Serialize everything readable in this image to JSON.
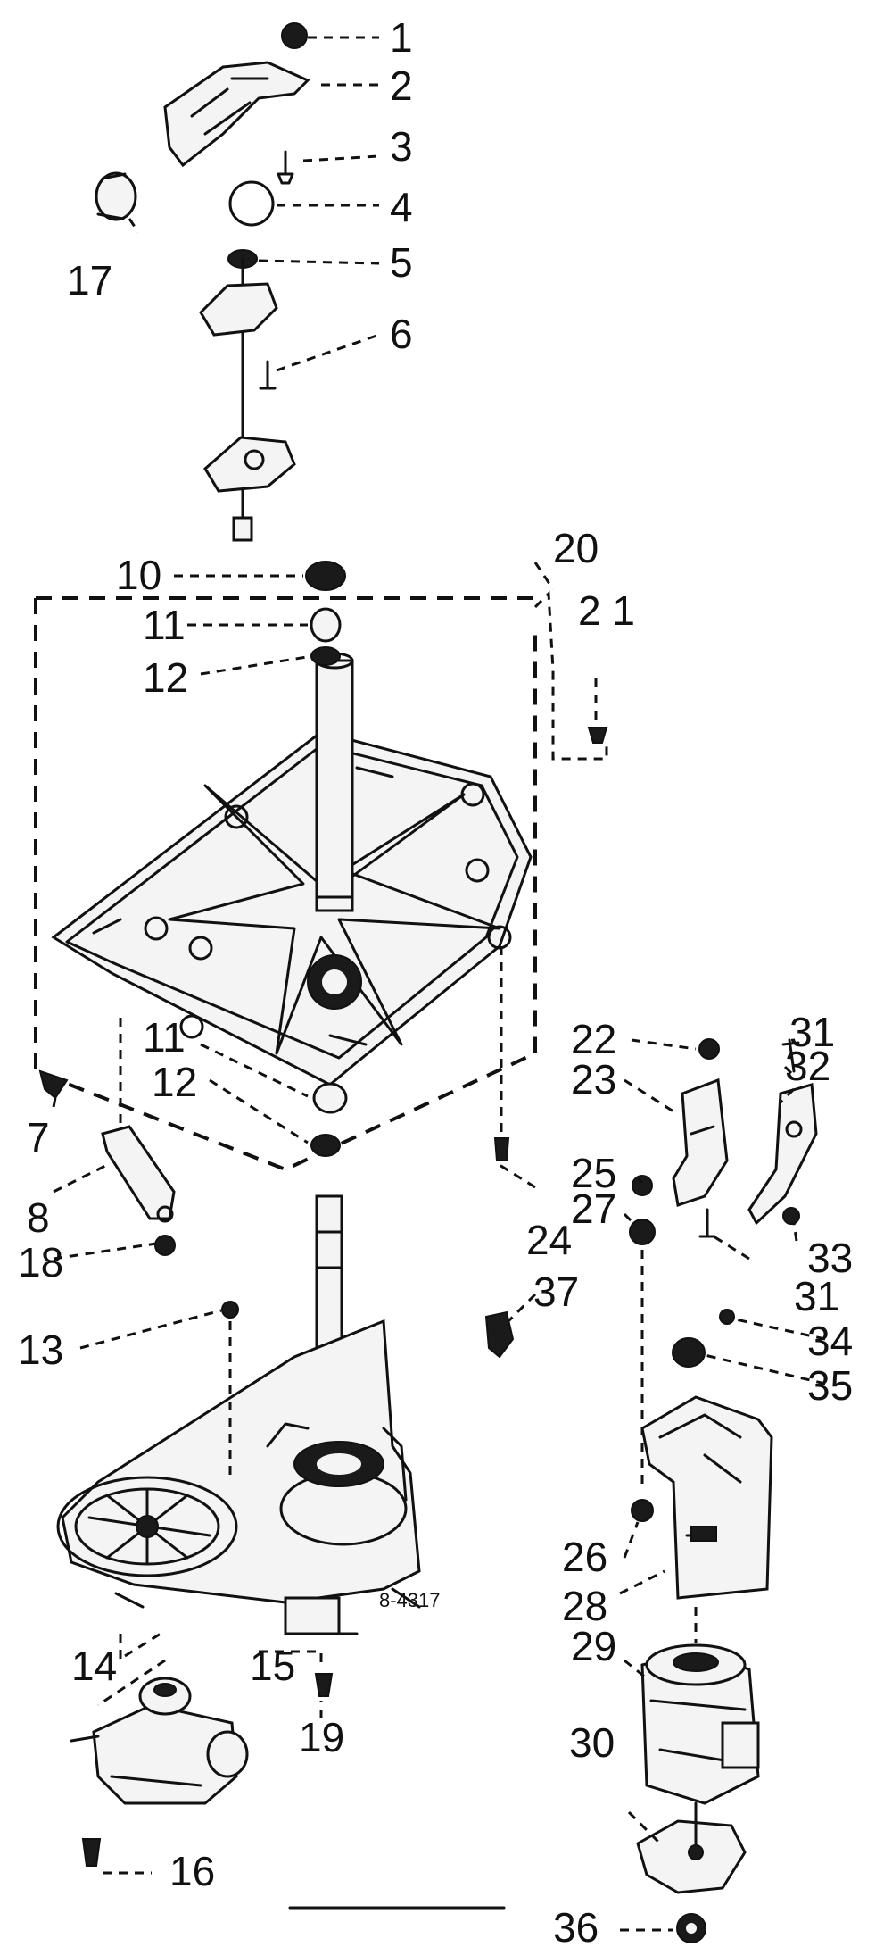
{
  "diagram": {
    "drawing_number": "8-4317",
    "callouts": {
      "p1": "1",
      "p2": "2",
      "p3": "3",
      "p4": "4",
      "p5": "5",
      "p6": "6",
      "p7": "7",
      "p8": "8",
      "p10": "10",
      "p11a": "11",
      "p11b": "11",
      "p12a": "12",
      "p12b": "12",
      "p13": "13",
      "p14": "14",
      "p15": "15",
      "p16": "16",
      "p17": "17",
      "p18": "18",
      "p19": "19",
      "p20": "20",
      "p21": "2 1",
      "p22": "22",
      "p23": "23",
      "p24": "24",
      "p25": "25",
      "p26": "26",
      "p27": "27",
      "p28": "28",
      "p29": "29",
      "p30": "30",
      "p31a": "31",
      "p31b": "31",
      "p32": "32",
      "p33": "33",
      "p34": "34",
      "p35": "35",
      "p36": "36",
      "p37": "37"
    }
  }
}
